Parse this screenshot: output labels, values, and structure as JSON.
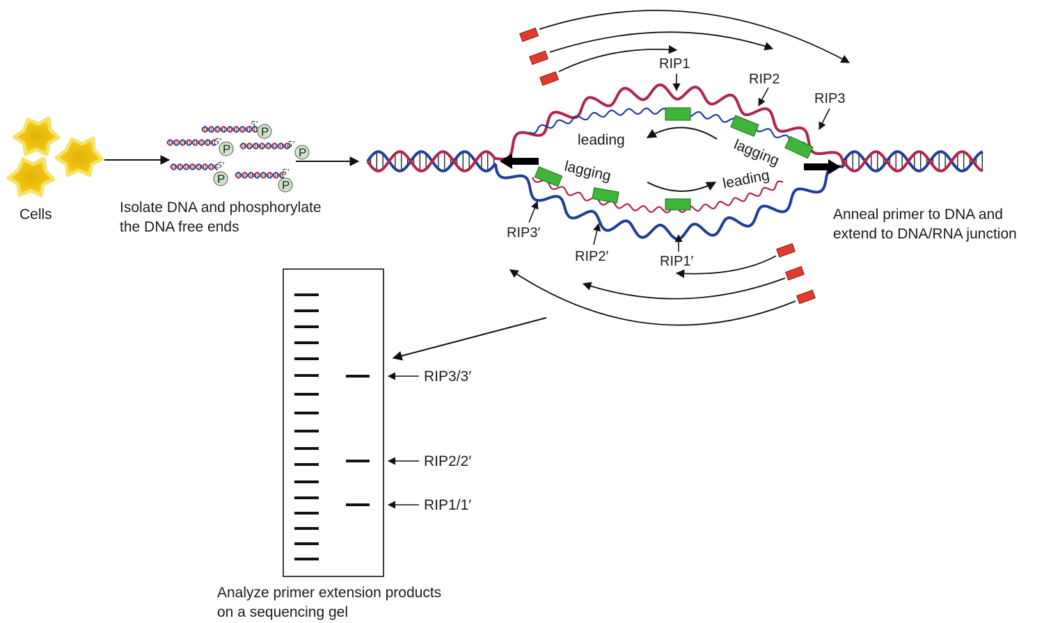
{
  "steps": {
    "cells": "Cells",
    "isolate_line1": "Isolate DNA and phosphorylate",
    "isolate_line2": "the DNA free ends",
    "anneal_line1": "Anneal primer to DNA and",
    "anneal_line2": "extend to DNA/RNA junction",
    "analyze_line1": "Analyze primer extension products",
    "analyze_line2": "on a sequencing gel"
  },
  "fork": {
    "top_strands": {
      "leading": "leading",
      "lagging": "lagging"
    },
    "bottom_strands": {
      "lagging": "lagging",
      "leading": "leading"
    },
    "rip_top": [
      "RIP1",
      "RIP2",
      "RIP3"
    ],
    "rip_bottom": [
      "RIP1′",
      "RIP2′",
      "RIP3′"
    ]
  },
  "fragments": {
    "five_prime": "5′",
    "phosphate": "P"
  },
  "gel": {
    "band_labels": [
      "RIP3/3′",
      "RIP2/2′",
      "RIP1/1′"
    ]
  },
  "colors": {
    "strand_red": "#b0244a",
    "strand_blue": "#1f3f95",
    "rna_primer_green": "#3fb63a",
    "primer_red": "#e23b2e",
    "cell_yellow": "#f2c20c",
    "phosphate_green": "#cfe3c8"
  }
}
